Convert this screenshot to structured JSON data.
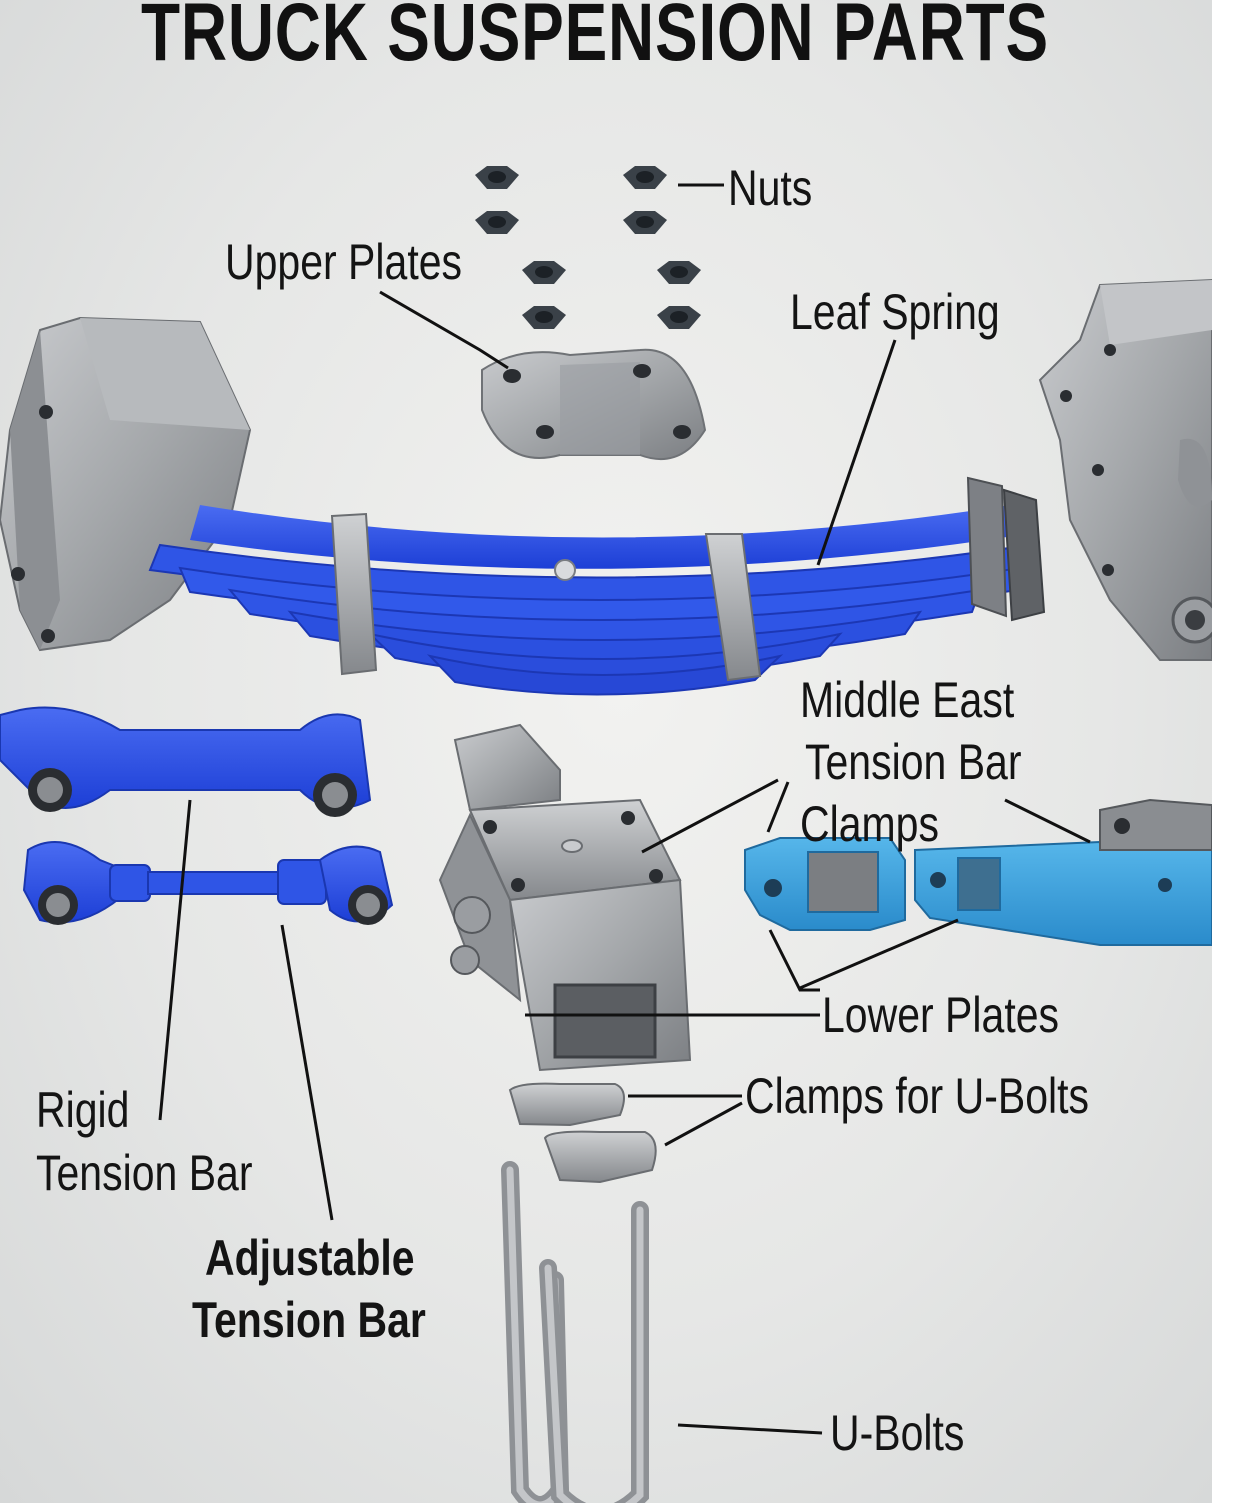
{
  "title": "TRUCK SUSPENSION PARTS",
  "labels": {
    "nuts": "Nuts",
    "upper_plates": "Upper Plates",
    "leaf_spring": "Leaf Spring",
    "middle_east_line1": "Middle East",
    "middle_east_line2": "Tension Bar",
    "middle_east_line3": "Clamps",
    "lower_plates": "Lower Plates",
    "clamps_u_bolts": "Clamps for U-Bolts",
    "rigid_line1": "Rigid",
    "rigid_line2": "Tension Bar",
    "adjustable_line1": "Adjustable",
    "adjustable_line2": "Tension Bar",
    "u_bolts": "U-Bolts"
  },
  "colors": {
    "spring_blue": "#2f55e6",
    "clamp_blue": "#3aa2e0",
    "steel": "#a9abae",
    "leader_line": "#111111"
  }
}
